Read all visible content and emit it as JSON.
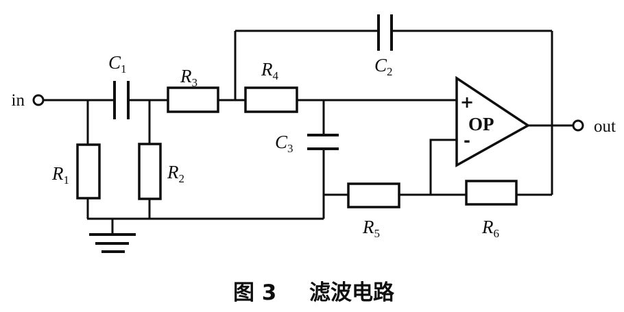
{
  "colors": {
    "ink": "#0e0e0e",
    "background": "#ffffff"
  },
  "caption": {
    "figure_number": "图 3",
    "title": "滤波电路"
  },
  "terminals": {
    "input": "in",
    "output": "out"
  },
  "opamp": {
    "label": "OP",
    "plus_input": "+",
    "minus_input": "-"
  },
  "components": {
    "C1": {
      "symbol": "C",
      "subscript": "1"
    },
    "C2": {
      "symbol": "C",
      "subscript": "2"
    },
    "C3": {
      "symbol": "C",
      "subscript": "3"
    },
    "R1": {
      "symbol": "R",
      "subscript": "1"
    },
    "R2": {
      "symbol": "R",
      "subscript": "2"
    },
    "R3": {
      "symbol": "R",
      "subscript": "3"
    },
    "R4": {
      "symbol": "R",
      "subscript": "4"
    },
    "R5": {
      "symbol": "R",
      "subscript": "5"
    },
    "R6": {
      "symbol": "R",
      "subscript": "6"
    }
  }
}
